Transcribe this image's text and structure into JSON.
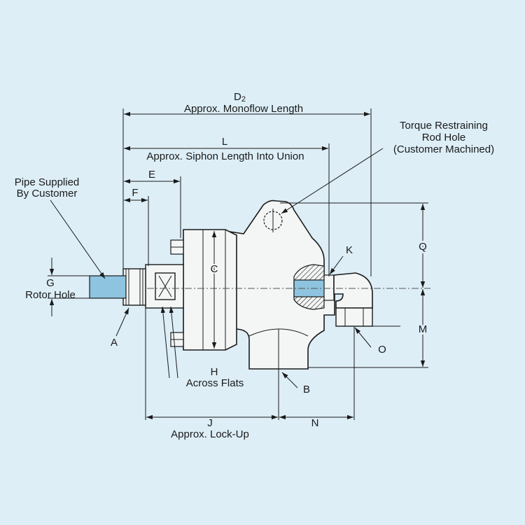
{
  "colors": {
    "background": "#ddeef7",
    "pipe": "#8ec4df",
    "outline": "#1a1a1a",
    "body_fill": "#f4f6f6"
  },
  "labels": {
    "d2": "D",
    "d2_sub": "2",
    "monoflow": "Approx. Monoflow Length",
    "l": "L",
    "siphon": "Approx. Siphon Length Into Union",
    "e": "E",
    "f": "F",
    "torque_1": "Torque Restraining",
    "torque_2": "Rod Hole",
    "torque_3": "(Customer Machined)",
    "pipe_1": "Pipe Supplied",
    "pipe_2": "By Customer",
    "g": "G",
    "rotor_hole": "Rotor Hole",
    "a": "A",
    "c": "C",
    "k": "K",
    "q": "Q",
    "m": "M",
    "o": "O",
    "b": "B",
    "h": "H",
    "across_flats": "Across Flats",
    "j": "J",
    "lock_up": "Approx. Lock-Up",
    "n": "N"
  }
}
